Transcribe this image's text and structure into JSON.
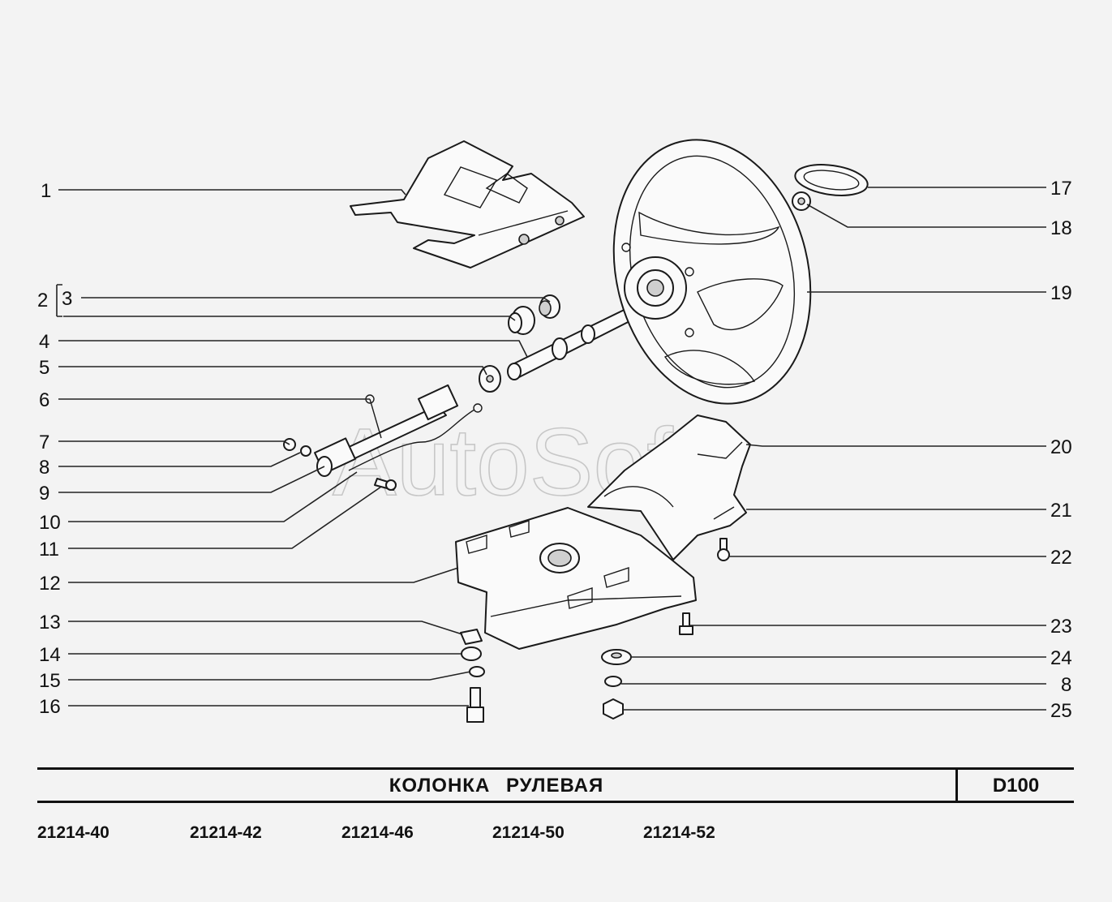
{
  "drawing": {
    "title": "КОЛОНКА   РУЛЕВАЯ",
    "code": "D100",
    "watermark": "AutoSoft"
  },
  "callouts_left": [
    "1",
    "2",
    "3",
    "4",
    "5",
    "6",
    "7",
    "8",
    "9",
    "10",
    "11",
    "12",
    "13",
    "14",
    "15",
    "16"
  ],
  "callouts_right": [
    "17",
    "18",
    "19",
    "20",
    "21",
    "22",
    "23",
    "24",
    "8",
    "25"
  ],
  "models": [
    "21214-40",
    "21214-42",
    "21214-46",
    "21214-50",
    "21214-52"
  ]
}
